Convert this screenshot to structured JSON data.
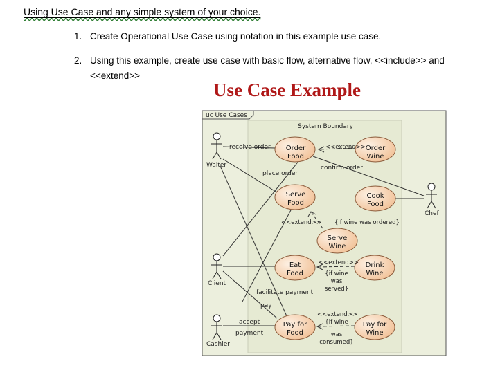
{
  "document": {
    "intro": "Using Use Case and any simple system of your choice.",
    "tasks": [
      {
        "number": "1.",
        "text": "Create Operational Use Case using notation in this example use case."
      },
      {
        "number": "2.",
        "text_line1": "Using this example, create use case with basic flow, alternative flow, <<include>> and",
        "text_line2": "<<extend>>"
      }
    ],
    "heading": "Use Case Example"
  },
  "diagram": {
    "frame_tab": "uc Use Cases",
    "boundary_label": "System Boundary",
    "actors": {
      "waiter": "Waiter",
      "client": "Client",
      "cashier": "Cashier",
      "chef": "Chef"
    },
    "use_cases": {
      "order_food": [
        "Order",
        "Food"
      ],
      "order_wine": [
        "Order",
        "Wine"
      ],
      "serve_food": [
        "Serve",
        "Food"
      ],
      "cook_food": [
        "Cook",
        "Food"
      ],
      "serve_wine": [
        "Serve",
        "Wine"
      ],
      "eat_food": [
        "Eat",
        "Food"
      ],
      "drink_wine": [
        "Drink",
        "Wine"
      ],
      "pay_for_food": [
        "Pay for",
        "Food"
      ],
      "pay_for_wine": [
        "Pay for",
        "Wine"
      ]
    },
    "labels": {
      "receive_order": "receive order",
      "place_order": "place order",
      "confirm_order": "confirm order",
      "extend": "<<extend>>",
      "if_wine_ordered": "{if wine was ordered}",
      "if_wine_was_served": [
        "{if wine",
        "was",
        "served}"
      ],
      "facilitate_payment": "facilitate payment",
      "pay": "pay",
      "accept": "accept",
      "payment": "payment",
      "if_wine_was_consumed": [
        "{if wine",
        "was",
        "consumed}"
      ]
    }
  }
}
